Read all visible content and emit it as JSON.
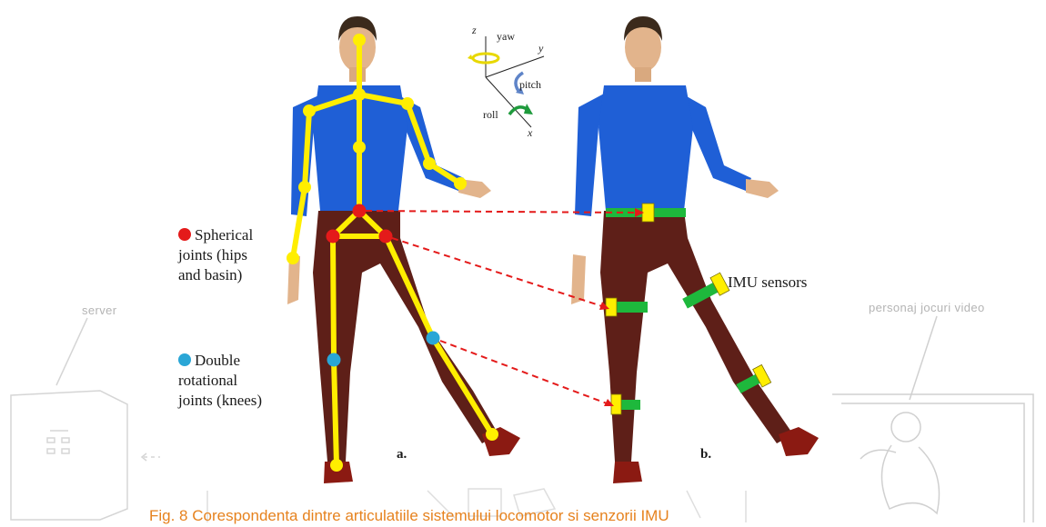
{
  "legend": {
    "spherical_label": "Spherical\njoints (hips\nand basin)",
    "double_label": "Double\nrotational\njoints (knees)",
    "spherical_color": "#e41a1a",
    "double_color": "#2aa6d6"
  },
  "sensors_label": "IMU sensors",
  "panel_a_label": "a.",
  "panel_b_label": "b.",
  "axes": {
    "z": "z",
    "y": "y",
    "x": "x",
    "yaw": "yaw",
    "pitch": "pitch",
    "roll": "roll"
  },
  "background": {
    "server_label": "server",
    "character_label": "personaj jocuri video"
  },
  "caption": "Fig. 8 Corespondenta dintre articulatiile sistemului locomotor si senzorii IMU",
  "colors": {
    "shirt": "#1f5fd6",
    "pants": "#5e1f18",
    "skin": "#e2b48c",
    "hair": "#3b2a1c",
    "shoe": "#8b1a12",
    "skeleton": "#ffee00",
    "sensor_band": "#1eb83c",
    "sensor_box": "#ffee00",
    "arrow": "#e41a1a",
    "caption": "#e6821e"
  }
}
